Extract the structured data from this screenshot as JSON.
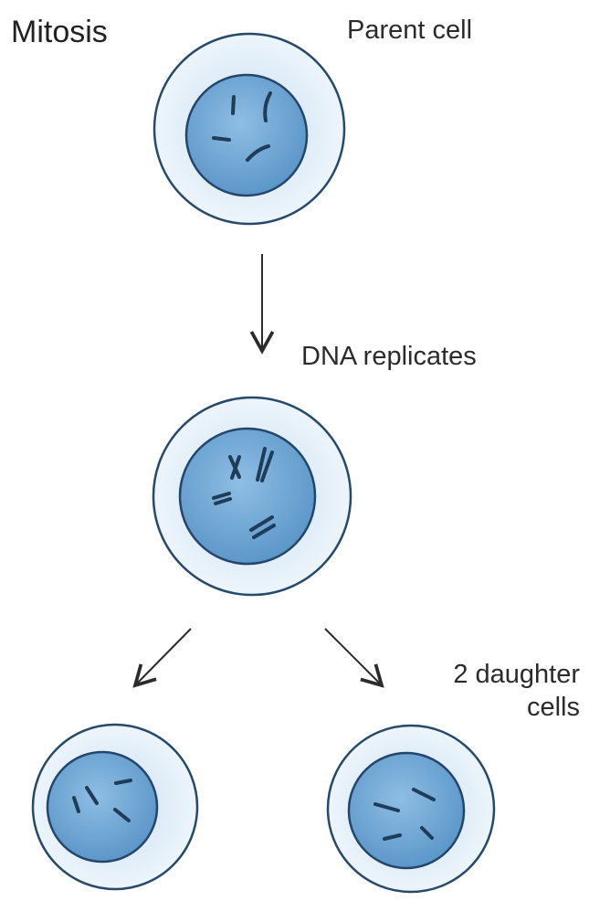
{
  "title": "Mitosis",
  "stages": {
    "parent": "Parent cell",
    "replication": "DNA replicates",
    "daughters_line1": "2 daughter",
    "daughters_line2": "cells"
  },
  "colors": {
    "cell_fill": "#e8f2f9",
    "cell_outline": "#27496a",
    "nucleus_fill": "#6ea5d3",
    "nucleus_outline": "#23466a",
    "chromosome": "#1f3d58",
    "arrow": "#2b2b2b"
  }
}
